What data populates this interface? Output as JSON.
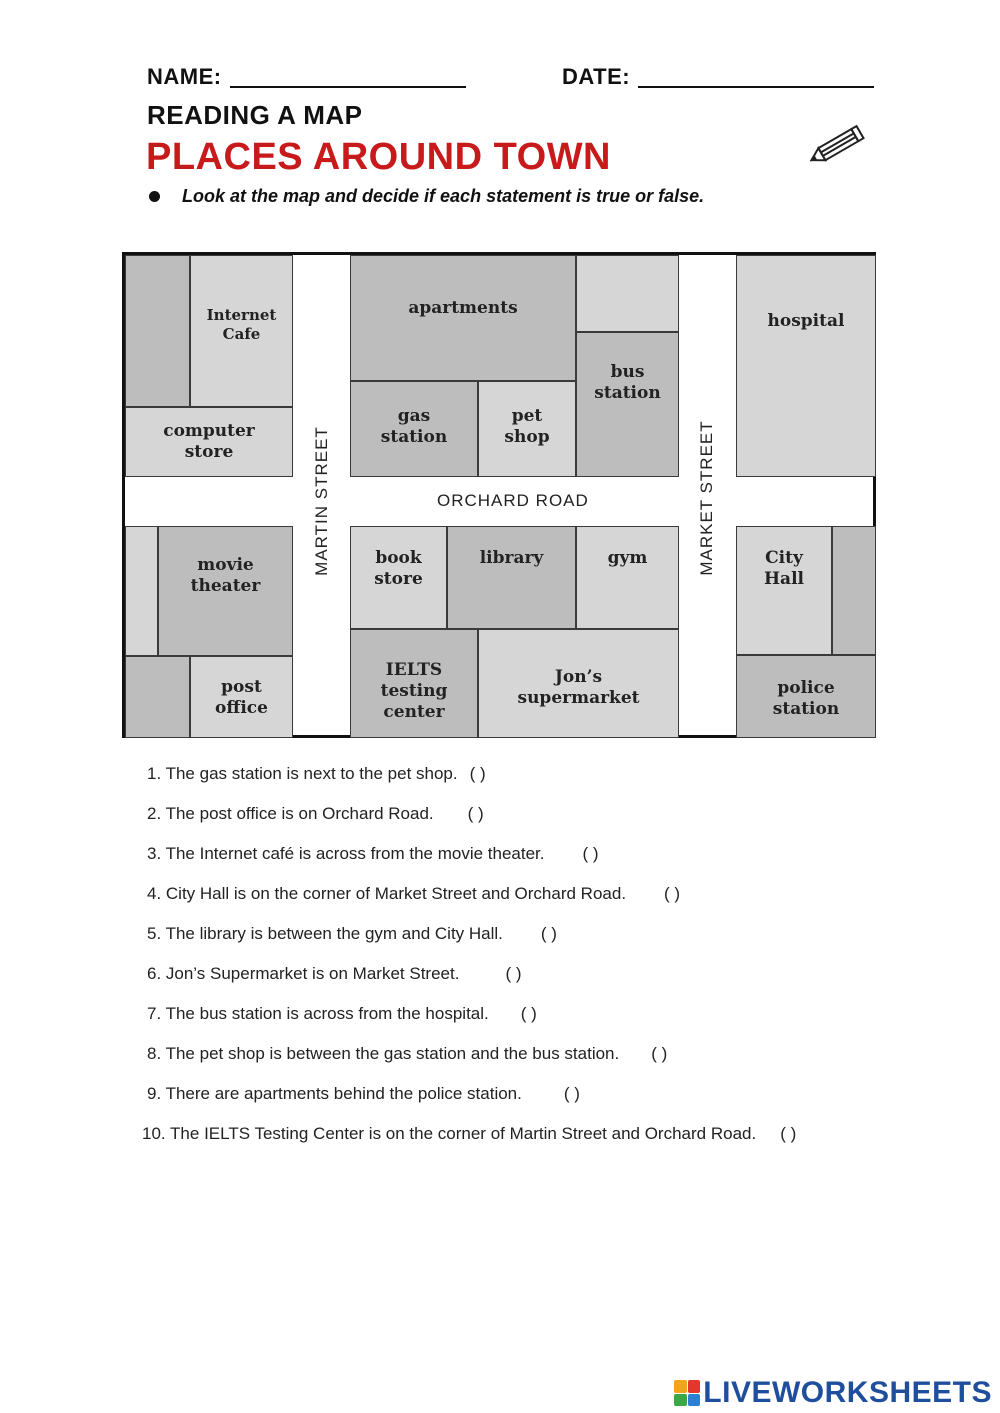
{
  "header": {
    "name_label": "NAME:",
    "date_label": "DATE:",
    "subtitle": "READING A MAP",
    "title": "PLACES AROUND TOWN",
    "instruction": "Look at the map and decide if each statement is true or false.",
    "pencil_icon": "pencil-icon"
  },
  "map": {
    "streets": {
      "martin": "MARTIN STREET",
      "market": "MARKET STREET",
      "orchard": "ORCHARD ROAD"
    },
    "places": {
      "internet_cafe": "Internet\nCafe",
      "computer_store": "computer\nstore",
      "apartments": "apartments",
      "bus_station": "bus\nstation",
      "gas_station": "gas\nstation",
      "pet_shop": "pet\nshop",
      "hospital": "hospital",
      "movie_theater": "movie\ntheater",
      "post_office": "post\noffice",
      "book_store": "book\nstore",
      "library": "library",
      "gym": "gym",
      "ielts": "IELTS\ntesting\ncenter",
      "supermarket": "Jon’s\nsupermarket",
      "city_hall": "City\nHall",
      "police_station": "police\nstation"
    },
    "colors": {
      "dark_block": "#bdbdbd",
      "light_block": "#d6d6d6"
    }
  },
  "questions": [
    {
      "text": "1. The gas station is next to the pet shop.",
      "paren": "(      )"
    },
    {
      "text": "2. The post office is on Orchard Road.",
      "paren": "(      )"
    },
    {
      "text": "3. The Internet café is across from the movie theater.",
      "paren": "(      )"
    },
    {
      "text": "4. City Hall is on the corner of Market Street and Orchard Road.",
      "paren": "(      )"
    },
    {
      "text": "5. The library is between the gym and City Hall.",
      "paren": "(      )"
    },
    {
      "text": "6. Jon’s Supermarket is on Market Street.",
      "paren": "(      )"
    },
    {
      "text": "7. The bus station is across from the hospital.",
      "paren": "(      )"
    },
    {
      "text": "8. The pet shop is between the gas station and the bus station.",
      "paren": "(      )"
    },
    {
      "text": "9. There are apartments behind the police station.",
      "paren": "(      )"
    },
    {
      "text": "10. The IELTS Testing Center is on the corner of Martin Street and Orchard Road.",
      "paren": "(      )"
    }
  ],
  "footer": {
    "brand": "LIVEWORKSHEETS",
    "brand_icon": "liveworksheets-logo-icon"
  }
}
